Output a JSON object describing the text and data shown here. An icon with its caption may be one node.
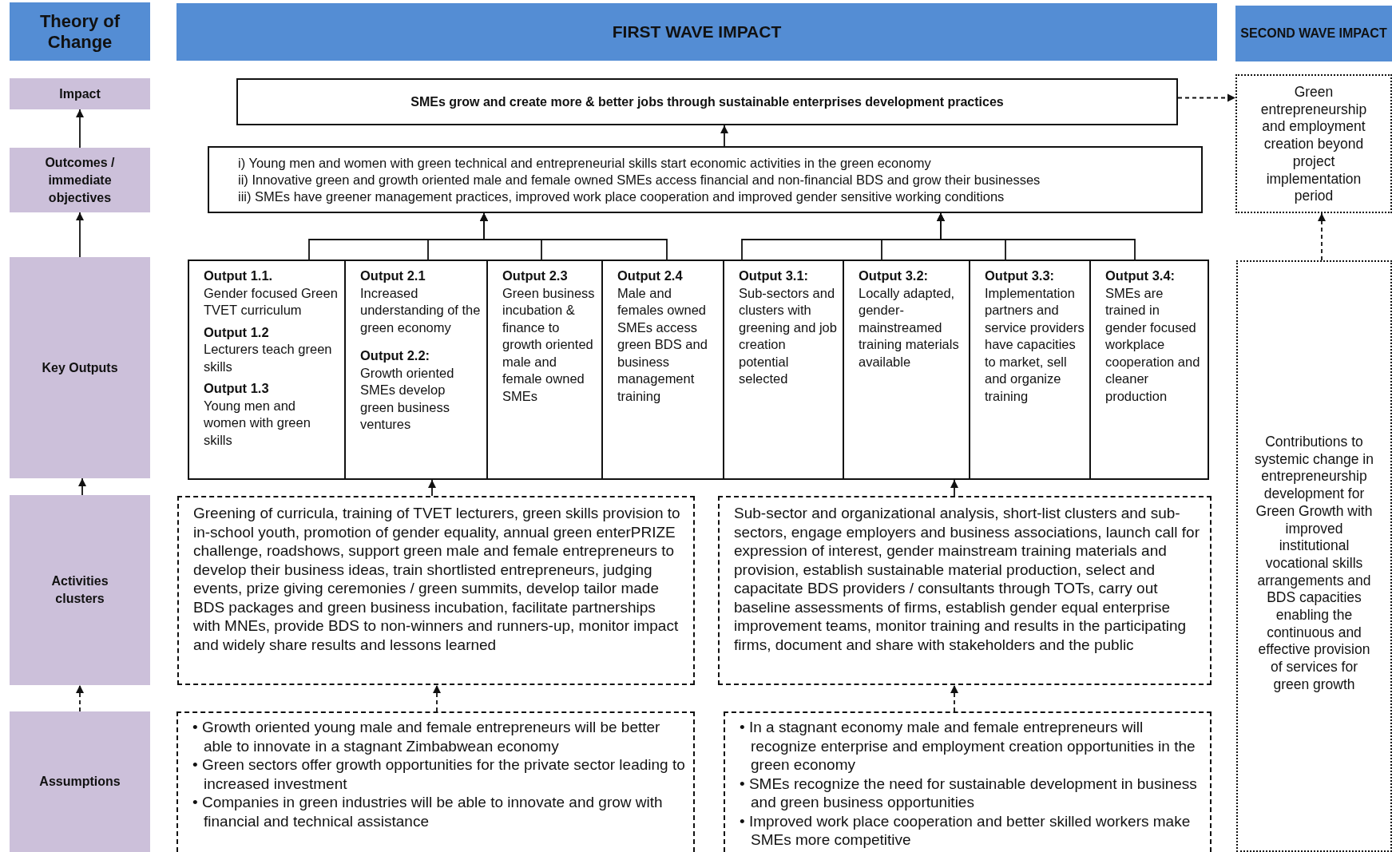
{
  "diagram": {
    "nodes": [
      {
        "text": [
          "Theory of Change"
        ]
      },
      {
        "text": [
          "FIRST WAVE IMPACT"
        ]
      },
      {
        "text": [
          "SECOND WAVE IMPACT"
        ]
      },
      {
        "text": [
          "Impact"
        ]
      },
      {
        "text": [
          "Outcomes / immediate objectives"
        ]
      },
      {
        "text": [
          "Key Outputs"
        ]
      },
      {
        "text": [
          "Activities clusters"
        ]
      },
      {
        "text": [
          "Assumptions"
        ]
      },
      {
        "text": [
          "SMEs grow and create more & better jobs through sustainable enterprises development practices"
        ]
      },
      {
        "text": [
          "i) Young men and women with green technical and entrepreneurial skills start economic activities in the green economy",
          "ii) Innovative green and growth oriented male and female owned SMEs access financial and non-financial BDS and grow their businesses",
          "iii) SMEs have greener management practices, improved work place cooperation and improved gender sensitive working conditions"
        ]
      },
      {
        "text": [
          "Green entrepreneurship and employment creation beyond project implementation period"
        ]
      },
      {
        "text": [
          "Output 1.1.",
          "Gender focused Green TVET curriculum",
          "Output 1.2",
          "Lecturers teach green skills",
          "Output 1.3",
          "Young men and women with green skills"
        ]
      },
      {
        "text": [
          "Output 2.1",
          "Increased understanding of the green economy",
          "Output 2.2:",
          "Growth oriented SMEs develop green business ventures"
        ]
      },
      {
        "text": [
          "Output 2.3",
          "Green business incubation & finance to growth oriented male and female owned SMEs"
        ]
      },
      {
        "text": [
          "Output 2.4",
          "Male and females owned SMEs access green BDS and business management training"
        ]
      },
      {
        "text": [
          "Output 3.1:",
          "Sub-sectors and clusters with greening and job creation potential selected"
        ]
      },
      {
        "text": [
          "Output 3.2:",
          "Locally adapted, gender-mainstreamed training materials available"
        ]
      },
      {
        "text": [
          "Output 3.3:",
          "Implementation partners and service providers have capacities to market, sell and organize training"
        ]
      },
      {
        "text": [
          "Output 3.4:",
          "SMEs are trained in gender focused workplace cooperation and cleaner production"
        ]
      },
      {
        "text": [
          "Greening of curricula, training of TVET lecturers, green skills provision to in-school youth, promotion of gender equality, annual green enterPRIZE challenge, roadshows, support green male and female entrepreneurs to develop their business ideas, train shortlisted entrepreneurs, judging events, prize giving ceremonies / green summits, develop tailor made BDS packages and green business incubation, facilitate partnerships with MNEs, provide BDS to non-winners and runners-up, monitor impact and widely share results and lessons learned"
        ]
      },
      {
        "text": [
          "Sub-sector and organizational analysis, short-list clusters and sub-sectors, engage employers and business associations, launch call for expression of interest, gender mainstream training materials and provision, establish sustainable material production, select and capacitate BDS providers / consultants through TOTs, carry out baseline assessments of firms, establish gender equal enterprise improvement teams, monitor training and results in the participating firms, document and share with stakeholders and the public"
        ]
      },
      {
        "text": [
          "• Growth oriented young male and female entrepreneurs will be better able to innovate in a stagnant Zimbabwean economy",
          "• Green sectors offer growth opportunities for the private sector leading to increased investment",
          "• Companies in green industries will be able to innovate and grow with financial and technical assistance"
        ]
      },
      {
        "text": [
          "• In a stagnant economy male and female entrepreneurs will recognize enterprise and employment creation opportunities in the green economy",
          "• SMEs recognize the need for sustainable development in business and green business opportunities",
          "• Improved work place cooperation and better skilled workers make SMEs more competitive"
        ]
      },
      {
        "text": [
          "Contributions to systemic change in entrepreneurship development for Green Growth with improved institutional vocational skills arrangements and BDS capacities enabling the continuous and effective provision of services for green growth"
        ]
      }
    ],
    "edges": [
      {
        "from": 4,
        "to": 3,
        "arrow": "to"
      },
      {
        "from": 5,
        "to": 4,
        "arrow": "to"
      },
      {
        "from": 6,
        "to": 5,
        "arrow": "to"
      },
      {
        "from": 7,
        "to": 6,
        "arrow": "to",
        "style": "dashed"
      },
      {
        "from": 9,
        "to": 8,
        "arrow": "to"
      },
      {
        "from": 8,
        "to": 10,
        "arrow": "to",
        "style": "dashed"
      },
      {
        "from": 23,
        "to": 10,
        "arrow": "to",
        "style": "dashed"
      },
      {
        "from": 11,
        "to": 9,
        "arrow": "to"
      },
      {
        "from": 12,
        "to": 9,
        "arrow": "to"
      },
      {
        "from": 13,
        "to": 9,
        "arrow": "to"
      },
      {
        "from": 14,
        "to": 9,
        "arrow": "to"
      },
      {
        "from": 15,
        "to": 9,
        "arrow": "to"
      },
      {
        "from": 16,
        "to": 9,
        "arrow": "to"
      },
      {
        "from": 17,
        "to": 9,
        "arrow": "to"
      },
      {
        "from": 18,
        "to": 9,
        "arrow": "to"
      },
      {
        "from": 19,
        "to": 12,
        "arrow": "to"
      },
      {
        "from": 20,
        "to": 16,
        "arrow": "to"
      },
      {
        "from": 21,
        "to": 19,
        "arrow": "to",
        "style": "dashed"
      },
      {
        "from": 22,
        "to": 20,
        "arrow": "to",
        "style": "dashed"
      }
    ]
  }
}
